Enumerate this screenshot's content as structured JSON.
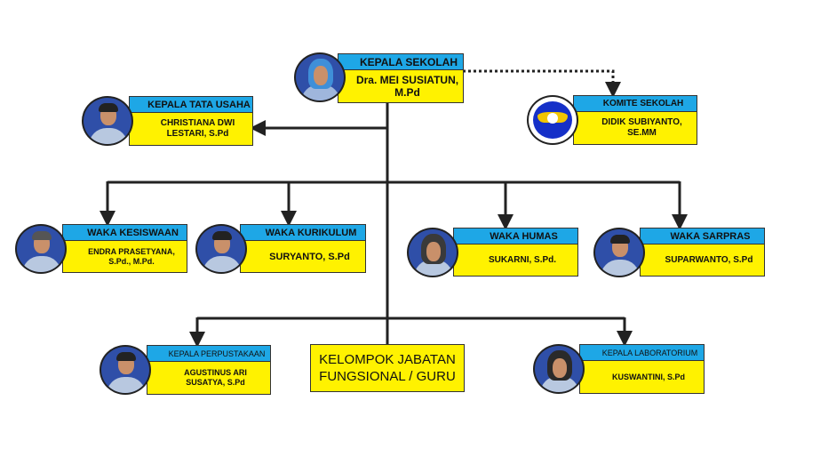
{
  "colors": {
    "header": "#1ea7e6",
    "body": "#fff200",
    "line": "#222222"
  },
  "kepala_sekolah": {
    "title": "KEPALA SEKOLAH",
    "name": "Dra. MEI SUSIATUN, M.Pd"
  },
  "kepala_tata_usaha": {
    "title": "KEPALA TATA USAHA",
    "name": "CHRISTIANA DWI LESTARI, S.Pd"
  },
  "komite_sekolah": {
    "title": "KOMITE SEKOLAH",
    "name": "DIDIK SUBIYANTO, SE.MM",
    "logo": "school-emblem"
  },
  "waka_kesiswaan": {
    "title": "WAKA KESISWAAN",
    "name": "ENDRA PRASETYANA, S.Pd., M.Pd."
  },
  "waka_kurikulum": {
    "title": "WAKA KURIKULUM",
    "name": "SURYANTO, S.Pd"
  },
  "waka_humas": {
    "title": "WAKA HUMAS",
    "name": "SUKARNI, S.Pd."
  },
  "waka_sarpras": {
    "title": "WAKA SARPRAS",
    "name": "SUPARWANTO, S.Pd"
  },
  "kepala_perpustakaan": {
    "title": "KEPALA PERPUSTAKAAN",
    "name": "AGUSTINUS ARI SUSATYA, S.Pd"
  },
  "kelompok_jabatan": {
    "line1": "KELOMPOK JABATAN",
    "line2": "FUNGSIONAL / GURU"
  },
  "kepala_laboratorium": {
    "title": "KEPALA LABORATORIUM",
    "name": "KUSWANTINI, S.Pd"
  }
}
